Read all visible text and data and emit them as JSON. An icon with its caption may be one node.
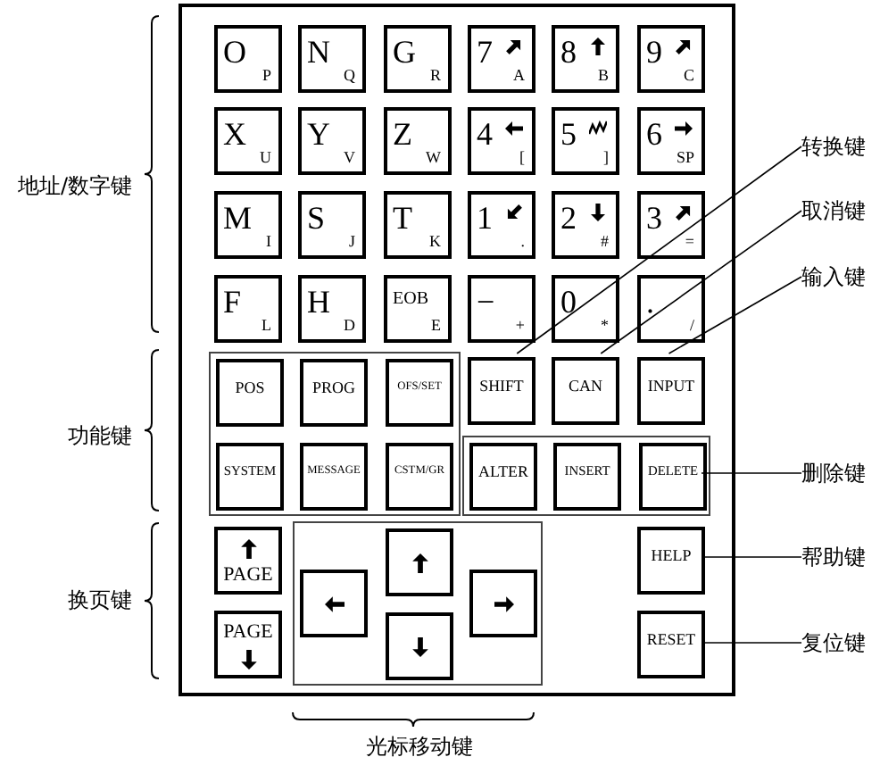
{
  "diagram": {
    "nodes": [
      {
        "text": [],
        "shape": "box"
      },
      {
        "text": [
          "O",
          "P"
        ],
        "in": 0
      },
      {
        "text": [
          "N",
          "Q"
        ],
        "in": 0
      },
      {
        "text": [
          "G",
          "R"
        ],
        "in": 0
      },
      {
        "text": [
          "7",
          "A"
        ],
        "in": 0
      },
      {
        "text": [
          "8",
          "B"
        ],
        "in": 0
      },
      {
        "text": [
          "9",
          "C"
        ],
        "in": 0
      },
      {
        "text": [
          "X",
          "U"
        ],
        "in": 0
      },
      {
        "text": [
          "Y",
          "V"
        ],
        "in": 0
      },
      {
        "text": [
          "Z",
          "W"
        ],
        "in": 0
      },
      {
        "text": [
          "4",
          "["
        ],
        "in": 0
      },
      {
        "text": [
          "5",
          "]"
        ],
        "in": 0
      },
      {
        "text": [
          "6",
          "SP"
        ],
        "in": 0
      },
      {
        "text": [
          "M",
          "I"
        ],
        "in": 0
      },
      {
        "text": [
          "S",
          "J"
        ],
        "in": 0
      },
      {
        "text": [
          "T",
          "K"
        ],
        "in": 0
      },
      {
        "text": [
          "1",
          "."
        ],
        "in": 0
      },
      {
        "text": [
          "2",
          "#"
        ],
        "in": 0
      },
      {
        "text": [
          "3",
          "="
        ],
        "in": 0
      },
      {
        "text": [
          "F",
          "L"
        ],
        "in": 0
      },
      {
        "text": [
          "H",
          "D"
        ],
        "in": 0
      },
      {
        "text": [
          "EOB",
          "E"
        ],
        "in": 0
      },
      {
        "text": [
          "−",
          "+"
        ],
        "in": 0
      },
      {
        "text": [
          "0",
          "*"
        ],
        "in": 0
      },
      {
        "text": [
          ".",
          "/"
        ],
        "in": 0
      },
      {
        "text": [],
        "shape": "box",
        "in": 0
      },
      {
        "text": [
          "POS"
        ],
        "in": 25
      },
      {
        "text": [
          "PROG"
        ],
        "in": 25
      },
      {
        "text": [
          "OFS/SET"
        ],
        "in": 25
      },
      {
        "text": [
          "SHIFT"
        ],
        "in": 0
      },
      {
        "text": [
          "CAN"
        ],
        "in": 0
      },
      {
        "text": [
          "INPUT"
        ],
        "in": 0
      },
      {
        "text": [
          "SYSTEM"
        ],
        "in": 25
      },
      {
        "text": [
          "MESSAGE"
        ],
        "in": 25
      },
      {
        "text": [
          "CSTM/GR"
        ],
        "in": 25
      },
      {
        "text": [],
        "shape": "box",
        "in": 0
      },
      {
        "text": [
          "ALTER"
        ],
        "in": 35
      },
      {
        "text": [
          "INSERT"
        ],
        "in": 35
      },
      {
        "text": [
          "DELETE"
        ],
        "in": 35
      },
      {
        "text": [
          "PAGE"
        ],
        "in": 0
      },
      {
        "text": [],
        "shape": "box",
        "in": 0
      },
      {
        "text": [],
        "shape": "box",
        "in": 40
      },
      {
        "text": [],
        "shape": "box",
        "in": 40
      },
      {
        "text": [],
        "shape": "box",
        "in": 40
      },
      {
        "text": [],
        "shape": "box",
        "in": 40
      },
      {
        "text": [
          "PAGE"
        ],
        "in": 0
      },
      {
        "text": [
          "HELP"
        ],
        "in": 0
      },
      {
        "text": [
          "RESET"
        ],
        "in": 0
      },
      {
        "text": [
          "转换键"
        ]
      },
      {
        "text": [
          "取消键"
        ]
      },
      {
        "text": [
          "输入键"
        ]
      },
      {
        "text": [
          "删除键"
        ]
      },
      {
        "text": [
          "帮助键"
        ]
      },
      {
        "text": [
          "复位键"
        ]
      }
    ],
    "edges": [
      {
        "from": 48,
        "to": 29,
        "arrow": "none"
      },
      {
        "from": 49,
        "to": 30,
        "arrow": "none"
      },
      {
        "from": 50,
        "to": 31,
        "arrow": "none"
      },
      {
        "from": 51,
        "to": 38,
        "arrow": "none"
      },
      {
        "from": 52,
        "to": 46,
        "arrow": "none"
      },
      {
        "from": 53,
        "to": 47,
        "arrow": "none"
      }
    ],
    "labels": [
      "地址/数字键",
      "功能键",
      "换页键",
      "光标移动键"
    ]
  }
}
